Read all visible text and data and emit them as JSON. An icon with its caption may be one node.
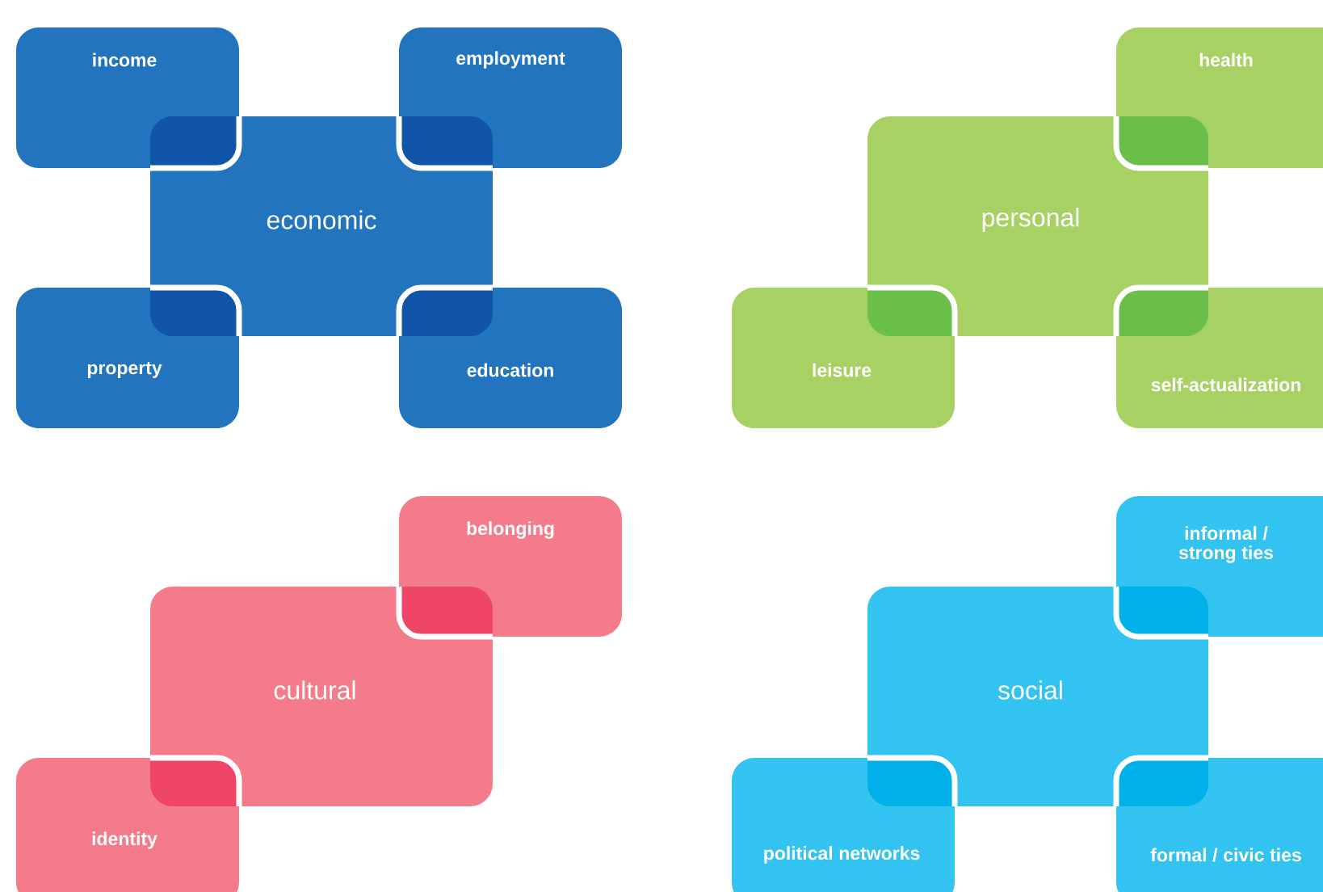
{
  "diagram": {
    "nodes": [
      {
        "text": [
          "income"
        ]
      },
      {
        "text": [
          "employment"
        ]
      },
      {
        "text": [
          "economic"
        ]
      },
      {
        "text": [
          "property"
        ]
      },
      {
        "text": [
          "education"
        ]
      },
      {
        "text": [
          "health"
        ]
      },
      {
        "text": [
          "personal"
        ]
      },
      {
        "text": [
          "leisure"
        ]
      },
      {
        "text": [
          "self-actualization"
        ]
      },
      {
        "text": [
          "belonging"
        ]
      },
      {
        "text": [
          "cultural"
        ]
      },
      {
        "text": [
          "informal / strong ties"
        ]
      },
      {
        "text": [
          "social"
        ]
      },
      {
        "text": [
          "identity"
        ]
      },
      {
        "text": [
          "political networks"
        ]
      },
      {
        "text": [
          "formal / civic ties"
        ]
      }
    ]
  }
}
